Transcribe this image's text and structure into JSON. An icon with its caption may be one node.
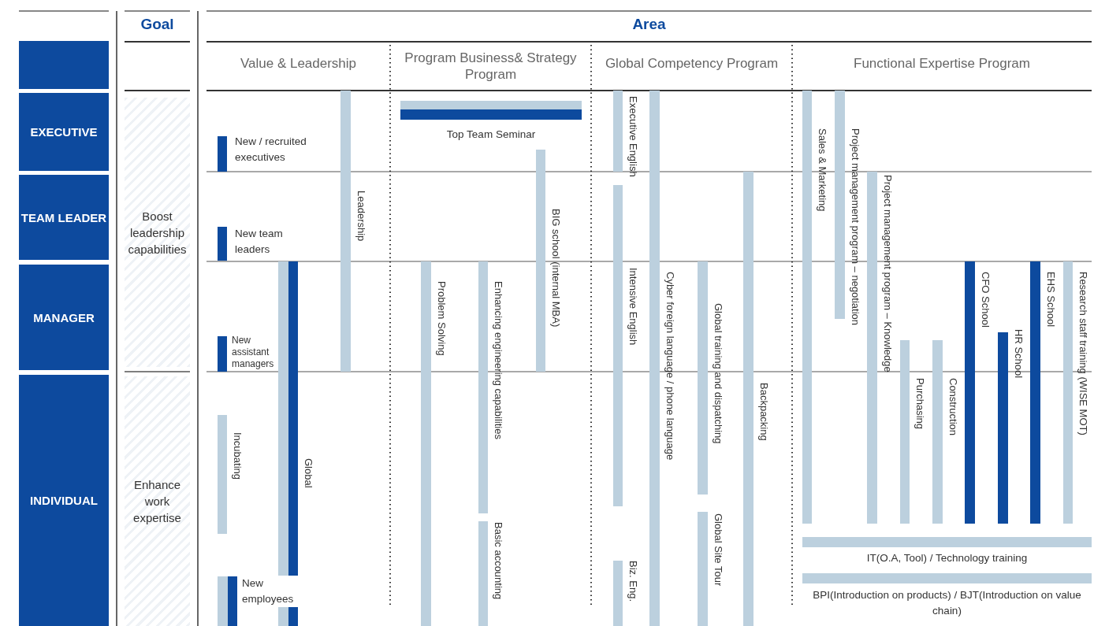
{
  "diagram": {
    "nodes": [
      {
        "text": [],
        "shape": "box"
      },
      {
        "text": [
          "EXECUTIVE"
        ]
      },
      {
        "text": [
          "TEAM LEADER"
        ]
      },
      {
        "text": [
          "MANAGER"
        ]
      },
      {
        "text": [
          "INDIVIDUAL"
        ]
      },
      {
        "text": [
          "Boost leadership capabilities"
        ]
      },
      {
        "text": [
          "Enhance work expertise"
        ]
      },
      {
        "text": [],
        "shape": "bar",
        "beside": [
          "New / recruited executives"
        ]
      },
      {
        "text": [],
        "shape": "bar",
        "beside": [
          "New team leaders"
        ]
      },
      {
        "text": [],
        "shape": "bar",
        "beside": [
          "New assistant managers"
        ]
      },
      {
        "text": [],
        "shape": "bar",
        "beside": [
          "Incubating"
        ]
      },
      {
        "text": [],
        "shape": "bar"
      },
      {
        "text": [],
        "shape": "bar",
        "beside": [
          "New employees"
        ]
      },
      {
        "text": [],
        "shape": "bar"
      },
      {
        "text": [],
        "shape": "bar",
        "beside": [
          "Global"
        ]
      },
      {
        "text": [],
        "shape": "bar",
        "beside": [
          "Leadership"
        ]
      },
      {
        "text": [],
        "shape": "bar"
      },
      {
        "text": [],
        "shape": "bar",
        "beside": [
          "Top Team Seminar"
        ]
      },
      {
        "text": [],
        "shape": "bar",
        "beside": [
          "Problem Solving"
        ]
      },
      {
        "text": [],
        "shape": "bar",
        "beside": [
          "Enhancing engineering capabilities"
        ]
      },
      {
        "text": [],
        "shape": "bar",
        "beside": [
          "Basic accounting"
        ]
      },
      {
        "text": [],
        "shape": "bar",
        "beside": [
          "BIG school (internal MBA)"
        ]
      },
      {
        "text": [],
        "shape": "bar",
        "beside": [
          "Executive English"
        ]
      },
      {
        "text": [],
        "shape": "bar",
        "beside": [
          "Intensive English"
        ]
      },
      {
        "text": [],
        "shape": "bar",
        "beside": [
          "Biz. Eng."
        ]
      },
      {
        "text": [],
        "shape": "bar",
        "beside": [
          "Cyber foreign language / phone language"
        ]
      },
      {
        "text": [],
        "shape": "bar",
        "beside": [
          "Global training and dispatching"
        ]
      },
      {
        "text": [],
        "shape": "bar",
        "beside": [
          "Global Site Tour"
        ]
      },
      {
        "text": [],
        "shape": "bar",
        "beside": [
          "Backpacking"
        ]
      },
      {
        "text": [],
        "shape": "bar",
        "beside": [
          "Sales & Marketing"
        ]
      },
      {
        "text": [],
        "shape": "bar",
        "beside": [
          "Project management program – negotiation"
        ]
      },
      {
        "text": [],
        "shape": "bar",
        "beside": [
          "Project management program – Knowledge"
        ]
      },
      {
        "text": [],
        "shape": "bar",
        "beside": [
          "Purchasing"
        ]
      },
      {
        "text": [],
        "shape": "bar",
        "beside": [
          "Construction"
        ]
      },
      {
        "text": [],
        "shape": "bar",
        "beside": [
          "CFO School"
        ]
      },
      {
        "text": [],
        "shape": "bar",
        "beside": [
          "HR School"
        ]
      },
      {
        "text": [],
        "shape": "bar",
        "beside": [
          "EHS School"
        ]
      },
      {
        "text": [],
        "shape": "bar",
        "beside": [
          "Research staff training (WISE MOT)"
        ]
      },
      {
        "text": [],
        "shape": "bar",
        "beside": [
          "IT(O.A, Tool) / Technology training"
        ]
      },
      {
        "text": [],
        "shape": "bar",
        "beside": [
          "BPI(Introduction on products) / BJT(Introduction on value chain)"
        ]
      }
    ],
    "labels": [
      "Goal",
      "Area",
      "Value & Leadership",
      "Program Business& Strategy Program",
      "Global Competency Program",
      "Functional Expertise Program"
    ]
  }
}
